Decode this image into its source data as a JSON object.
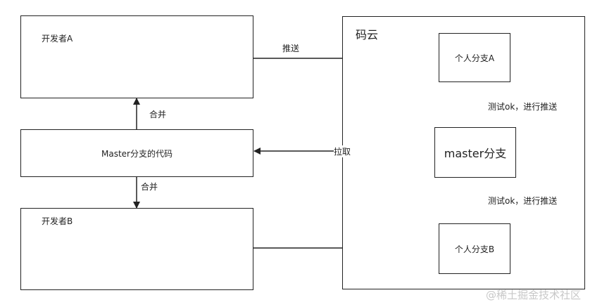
{
  "nodes": {
    "dev_a": "开发者A",
    "master_code": "Master分支的代码",
    "dev_b": "开发者B",
    "cloud": "码云",
    "personal_a": "个人分支A",
    "master_branch": "master分支",
    "personal_b": "个人分支B"
  },
  "edges": {
    "push": "推送",
    "merge_top": "合并",
    "merge_bottom": "合并",
    "pull": "拉取",
    "test_push_top": "测试ok，进行推送",
    "test_push_bottom": "测试ok，进行推送"
  },
  "watermark": "@稀土掘金技术社区",
  "colors": {
    "stroke": "#222222",
    "background": "#ffffff",
    "watermark": "#c8c8c8"
  }
}
